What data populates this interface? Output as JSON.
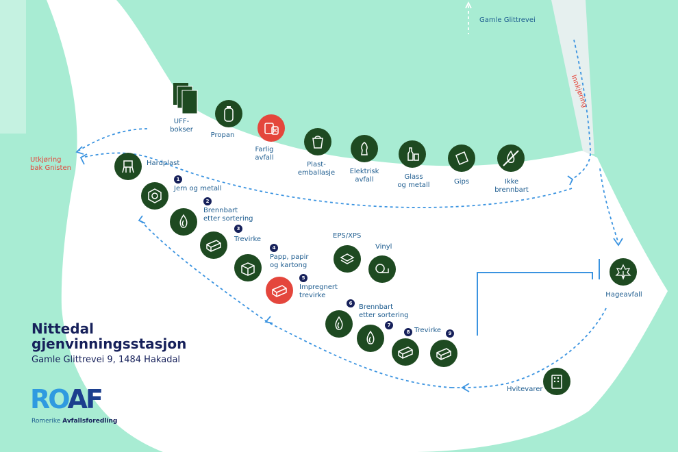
{
  "map": {
    "title_line1": "Nittedal",
    "title_line2": "gjenvinningsstasjon",
    "address": "Gamle Glittrevei 9, 1484 Hakadal",
    "logo_ro": "RO",
    "logo_af": "AF",
    "logo_tag_1": "Romerike",
    "logo_tag_2": "Avfallsforedling",
    "road_label": "Gamle Glittrevei",
    "entry_label": "Innkjøring",
    "exit_label": "Utkjøring\nbak Gnisten",
    "stations": [
      {
        "label": "UFF-\nbokser"
      },
      {
        "label": "Propan"
      },
      {
        "label": "Farlig\navfall"
      },
      {
        "label": "Plast-\nemballasje"
      },
      {
        "label": "Elektrisk\navfall"
      },
      {
        "label": "Glass\nog metall"
      },
      {
        "label": "Gips"
      },
      {
        "label": "Ikke\nbrennbart"
      },
      {
        "label": "Hardplast"
      },
      {
        "label": "Jern og metall",
        "num": "1"
      },
      {
        "label": "Brennbart\netter sortering",
        "num": "2"
      },
      {
        "label": "Trevirke",
        "num": "3"
      },
      {
        "label": "Papp, papir\nog kartong",
        "num": "4"
      },
      {
        "label": "Impregnert\ntrevirke",
        "num": "5"
      },
      {
        "label": "EPS/XPS"
      },
      {
        "label": "Vinyl"
      },
      {
        "label": "Brennbart\netter sortering",
        "num": "6"
      },
      {
        "label": "",
        "num": "7"
      },
      {
        "label": "Trevirke",
        "num": "8"
      },
      {
        "label": "",
        "num": "9"
      },
      {
        "label": "Hageavfall"
      },
      {
        "label": "Hvitevarer"
      }
    ],
    "colors": {
      "background": "#a8ecd3",
      "lot": "#ffffff",
      "icon": "#1e4a21",
      "hazard": "#e4463c",
      "path": "#3a93e0",
      "text": "#1c5b8e"
    }
  }
}
